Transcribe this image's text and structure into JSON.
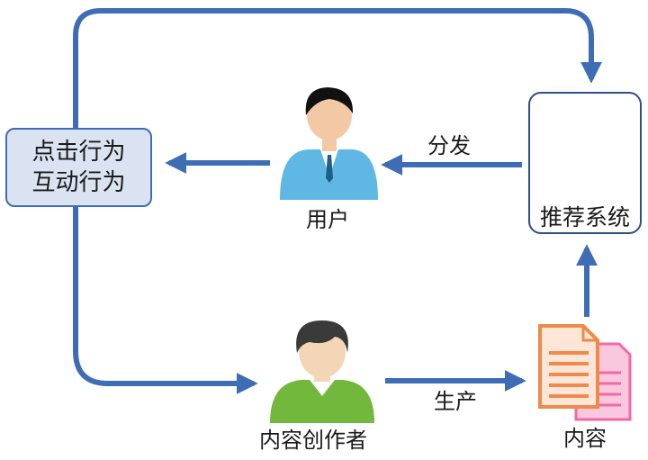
{
  "behavior_box": {
    "line1": "点击行为",
    "line2": "互动行为"
  },
  "user": {
    "label": "用户",
    "icon": "user-icon"
  },
  "distribute_label": "分发",
  "recommender": {
    "label": "推荐系统",
    "icon": "android-icon"
  },
  "creator": {
    "label": "内容创作者",
    "icon": "creator-icon"
  },
  "produce_label": "生产",
  "content": {
    "label": "内容",
    "icon": "document-icon"
  },
  "colors": {
    "arrow": "#3f6db5",
    "box_fill": "#dbe3f3",
    "user_shirt": "#5fb8e3",
    "creator_shirt": "#72b83c",
    "android": "#3f6db5",
    "doc_orange": "#f08a4b",
    "doc_pink": "#f06aa6"
  }
}
